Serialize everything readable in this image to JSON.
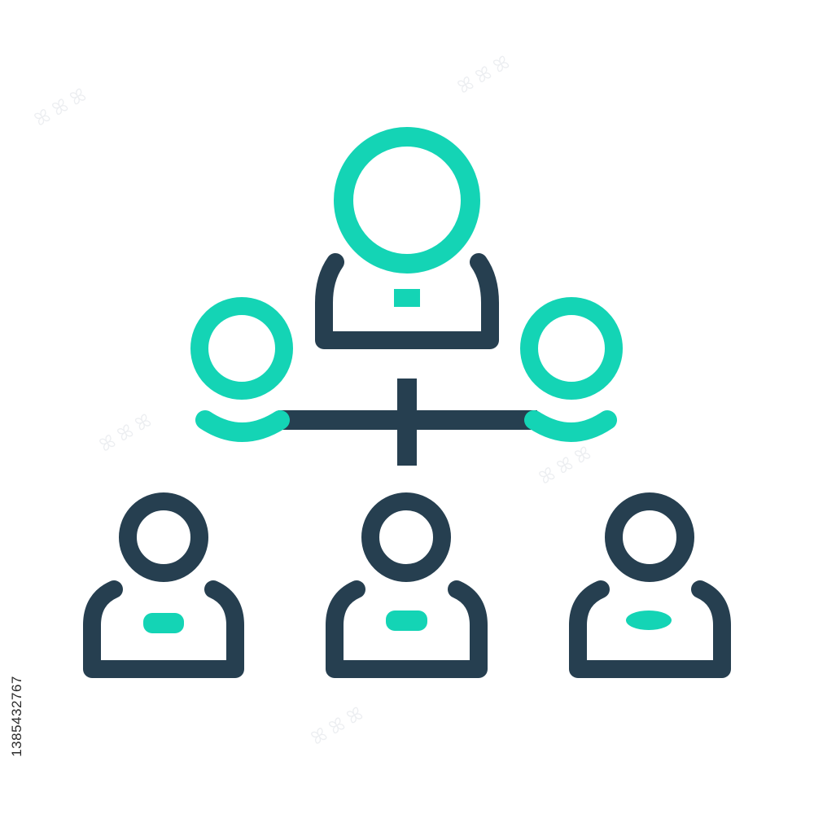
{
  "image": {
    "stock_id": "1385432767",
    "icon_name": "hierarchy-people-icon"
  },
  "colors": {
    "teal": "#14d4b5",
    "navy": "#263f50",
    "background": "#ffffff"
  },
  "figures": [
    {
      "role": "top-person",
      "head_color": "teal",
      "body_color": "navy",
      "badge_color": "teal"
    },
    {
      "role": "left-mid-person",
      "head_color": "teal",
      "body_color": "teal"
    },
    {
      "role": "right-mid-person",
      "head_color": "teal",
      "body_color": "teal"
    },
    {
      "role": "bottom-left-person",
      "head_color": "navy",
      "body_color": "navy",
      "badge_color": "teal"
    },
    {
      "role": "bottom-center-person",
      "head_color": "navy",
      "body_color": "navy",
      "badge_color": "teal"
    },
    {
      "role": "bottom-right-person",
      "head_color": "navy",
      "body_color": "navy",
      "badge_color": "teal"
    }
  ]
}
